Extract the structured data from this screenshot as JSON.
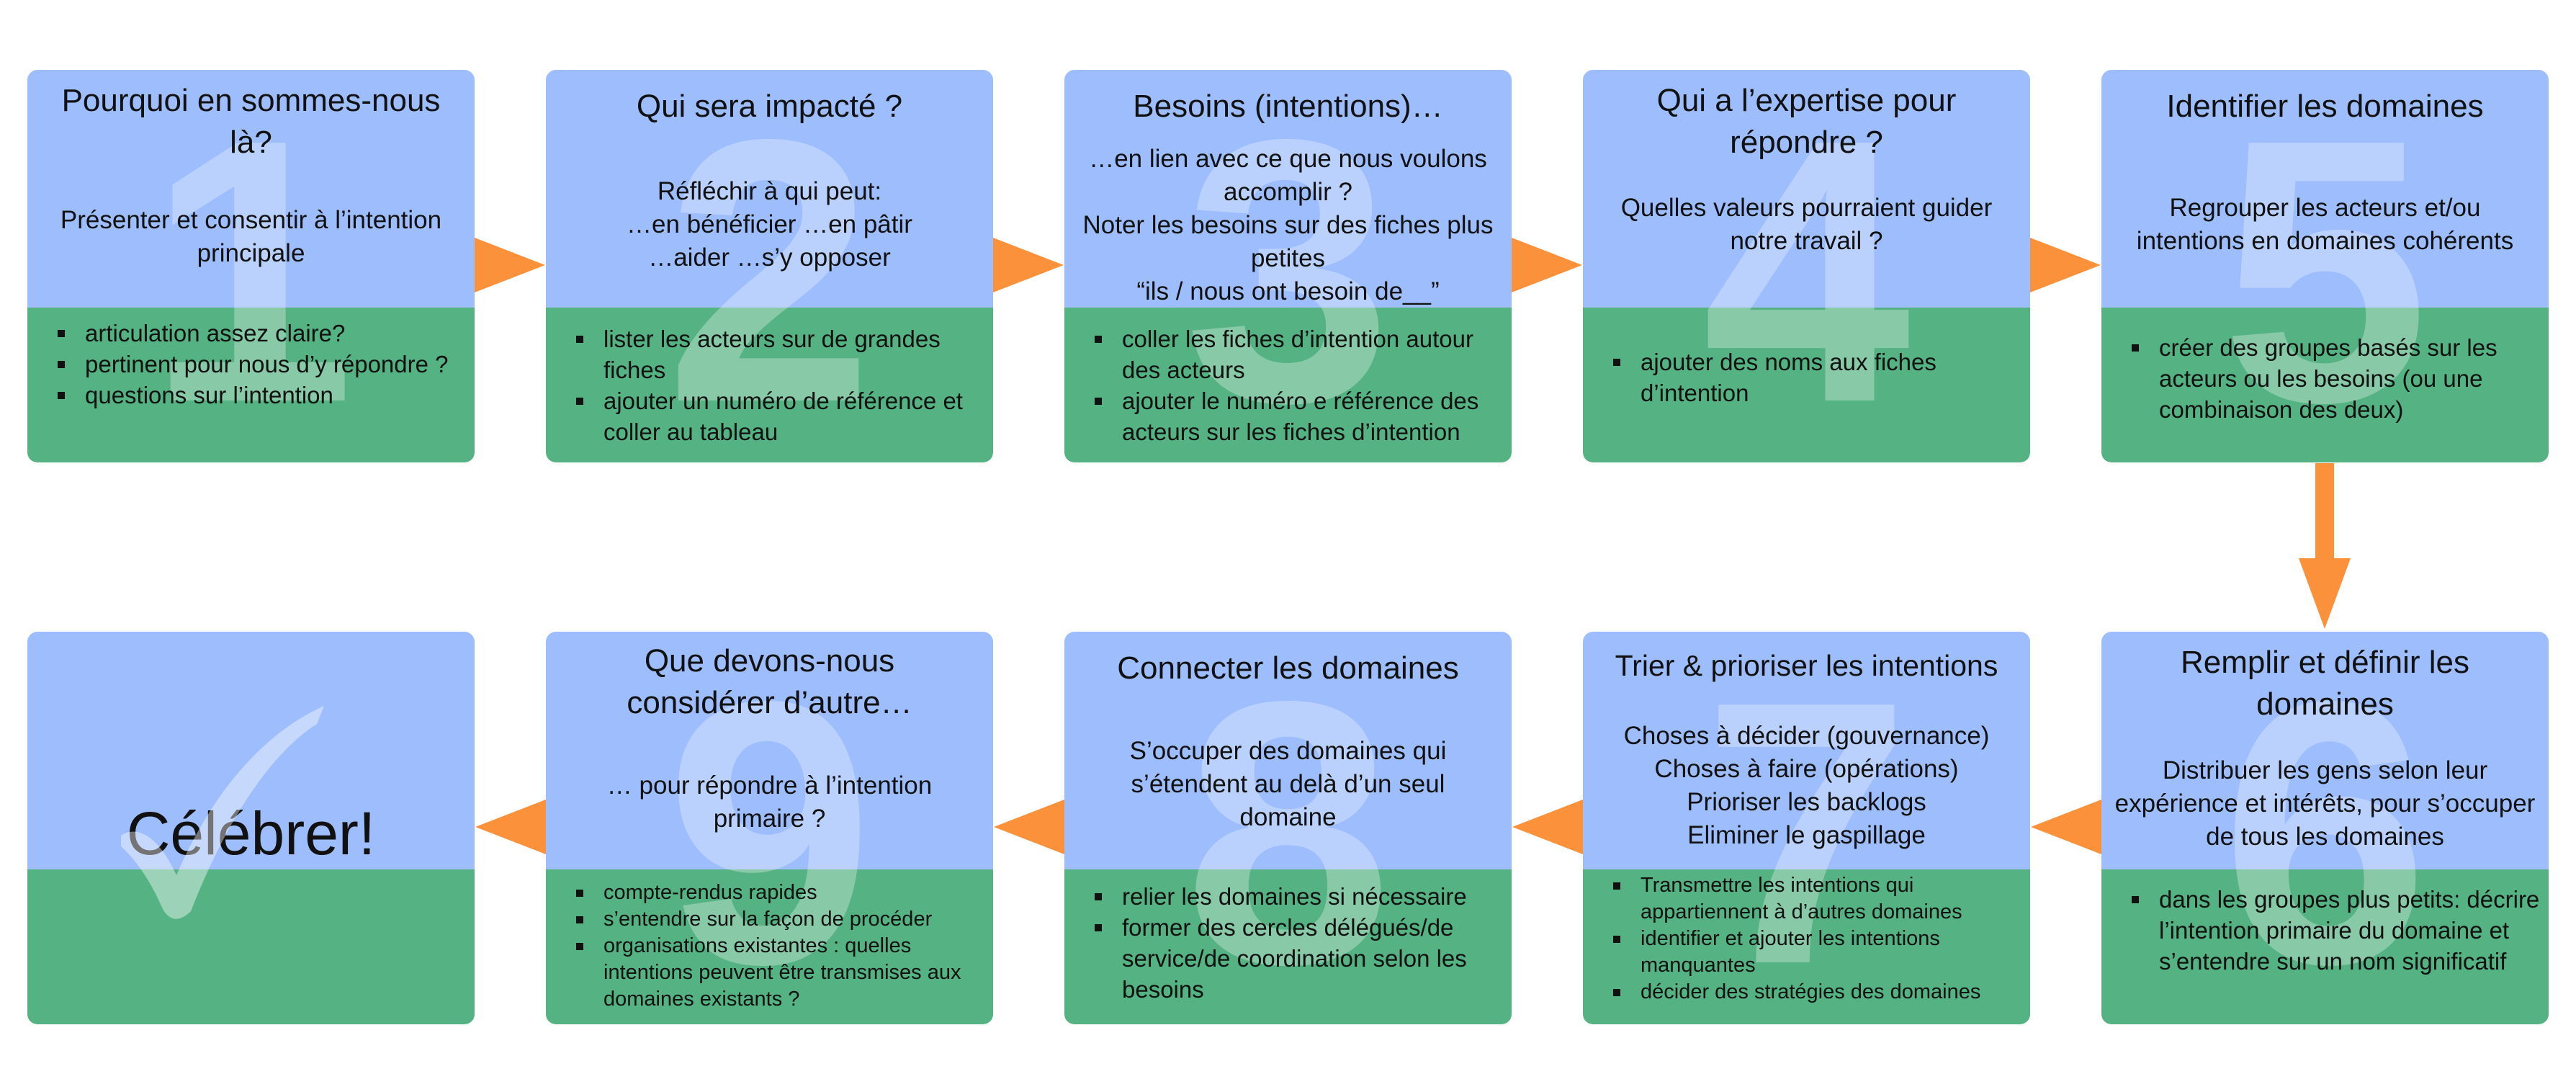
{
  "steps": [
    {
      "number": "1",
      "title": "Pourquoi en sommes-nous là?",
      "subtitle": [
        "Présenter et consentir à l’intention principale"
      ],
      "bullets": [
        "articulation assez claire?",
        "pertinent pour nous d’y répondre ?",
        "questions sur l’intention"
      ]
    },
    {
      "number": "2",
      "title": "Qui sera impacté ?",
      "subtitle": [
        "Réfléchir à qui peut:",
        "…en bénéficier …en pâtir",
        "…aider …s’y opposer"
      ],
      "bullets": [
        "lister les acteurs sur de grandes fiches",
        "ajouter un numéro de référence et coller au tableau"
      ]
    },
    {
      "number": "3",
      "title": "Besoins (intentions)…",
      "subtitle": [
        "…en lien avec ce que nous voulons accomplir ?",
        "Noter les besoins sur des fiches plus petites",
        "“ils / nous ont besoin de__”"
      ],
      "bullets": [
        "coller les fiches d’intention autour des acteurs",
        "ajouter le numéro e référence des acteurs sur les fiches d’intention"
      ]
    },
    {
      "number": "4",
      "title": "Qui a l’expertise pour répondre ?",
      "subtitle": [
        "Quelles valeurs pourraient guider notre travail ?"
      ],
      "bullets": [
        "ajouter des noms aux fiches d’intention"
      ]
    },
    {
      "number": "5",
      "title": "Identifier les domaines",
      "subtitle": [
        "Regrouper les acteurs et/ou intentions en domaines cohérents"
      ],
      "bullets": [
        "créer des groupes basés sur les acteurs ou les besoins (ou une combinaison des deux)"
      ]
    },
    {
      "number": "6",
      "title": "Remplir et définir les domaines",
      "subtitle": [
        "Distribuer les gens selon leur expérience et intérêts, pour s’occuper de tous les domaines"
      ],
      "bullets": [
        "dans les groupes plus petits: décrire l’intention primaire du domaine et s’entendre sur un nom significatif"
      ]
    },
    {
      "number": "7",
      "title": "Trier & prioriser les intentions",
      "subtitle": [
        "Choses à décider (gouvernance)",
        "Choses à faire (opérations)",
        "Prioriser les backlogs",
        "Eliminer le gaspillage"
      ],
      "bullets": [
        "Transmettre les intentions qui appartiennent à d’autres domaines",
        "identifier et ajouter les intentions manquantes",
        "décider des stratégies des domaines"
      ]
    },
    {
      "number": "8",
      "title": "Connecter les domaines",
      "subtitle": [
        "S’occuper des domaines qui s’étendent au delà d’un seul domaine"
      ],
      "bullets": [
        "relier les domaines si nécessaire",
        "former des cercles délégués/de service/de coordination selon les besoins"
      ]
    },
    {
      "number": "9",
      "title": "Que devons-nous considérer d’autre…",
      "subtitle": [
        "… pour répondre à l’intention primaire ?"
      ],
      "bullets": [
        "compte-rendus rapides",
        "s’entendre sur la façon de procéder",
        "organisations existantes : quelles intentions peuvent être transmises aux domaines existants ?"
      ]
    }
  ],
  "final": {
    "title": "Célébrer!",
    "icon": "checkmark-icon"
  },
  "colors": {
    "top": "#9dbdfc",
    "bottom": "#55b283",
    "arrow": "#fb913b"
  }
}
